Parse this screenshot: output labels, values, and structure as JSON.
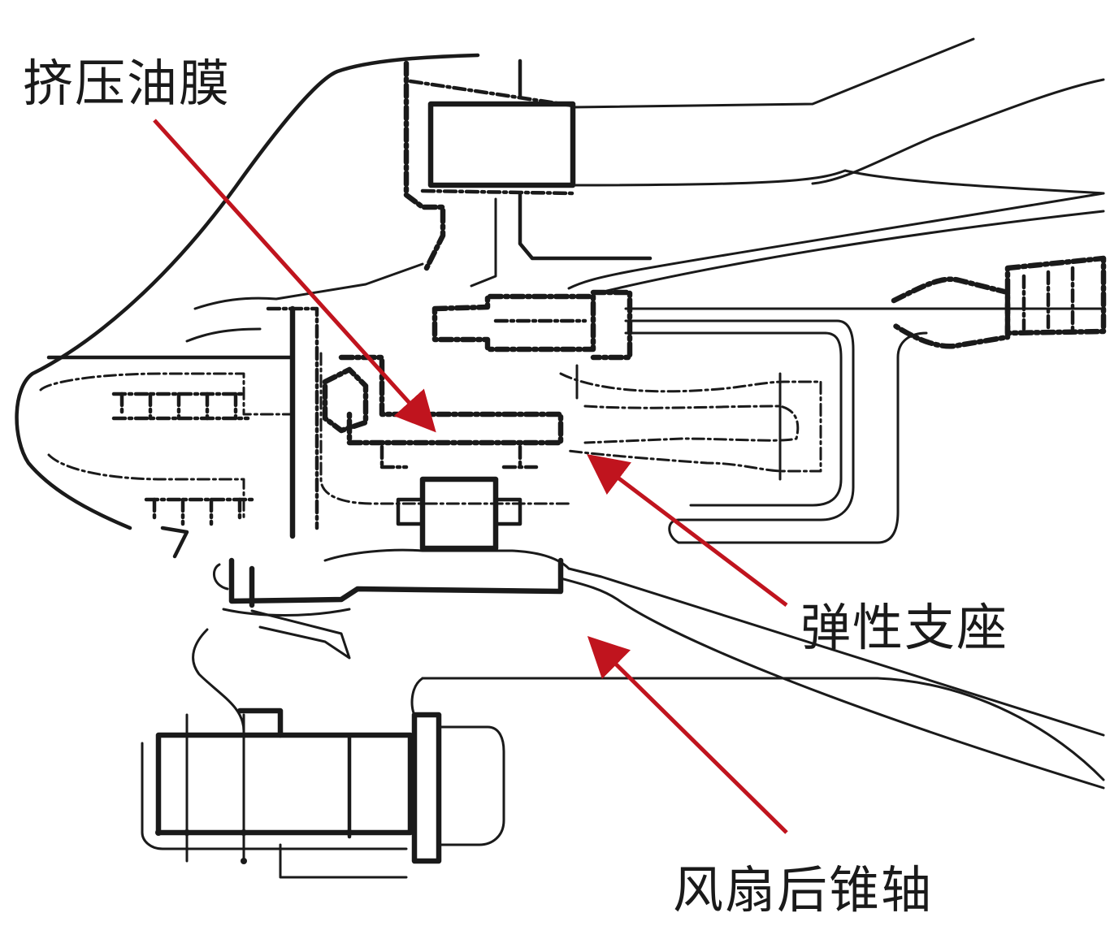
{
  "labels": {
    "squeeze_film": "挤压油膜",
    "elastic_support": "弹性支座",
    "fan_rear_cone_shaft": "风扇后锥轴"
  },
  "colors": {
    "arrow": "#c0141e",
    "line": "#1a1a1a",
    "background": "#ffffff"
  }
}
